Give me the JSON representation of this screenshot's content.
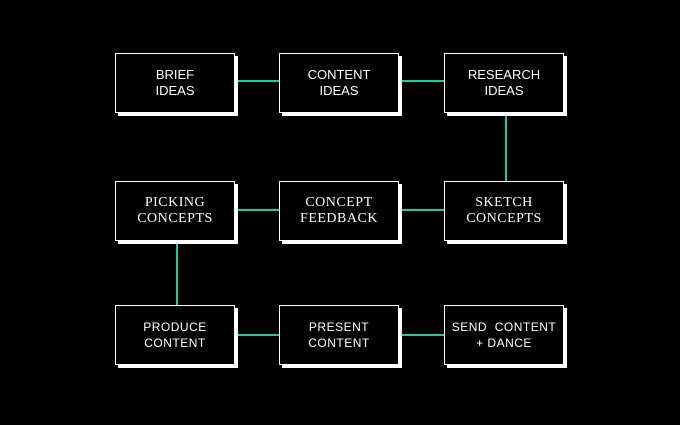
{
  "colors": {
    "background": "#000000",
    "box_border": "#ffffff",
    "box_text": "#ffffff",
    "connector": "#1fc9a0"
  },
  "flow": {
    "steps": [
      {
        "label": "BRIEF\nIDEAS"
      },
      {
        "label": "CONTENT\nIDEAS"
      },
      {
        "label": "RESEARCH\nIDEAS"
      },
      {
        "label": "SKETCH\nCONCEPTS"
      },
      {
        "label": "CONCEPT\nFEEDBACK"
      },
      {
        "label": "PICKING\nCONCEPTS"
      },
      {
        "label": "PRODUCE\nCONTENT"
      },
      {
        "label": "PRESENT\nCONTENT"
      },
      {
        "label": "SEND  CONTENT\n+ DANCE"
      }
    ]
  }
}
